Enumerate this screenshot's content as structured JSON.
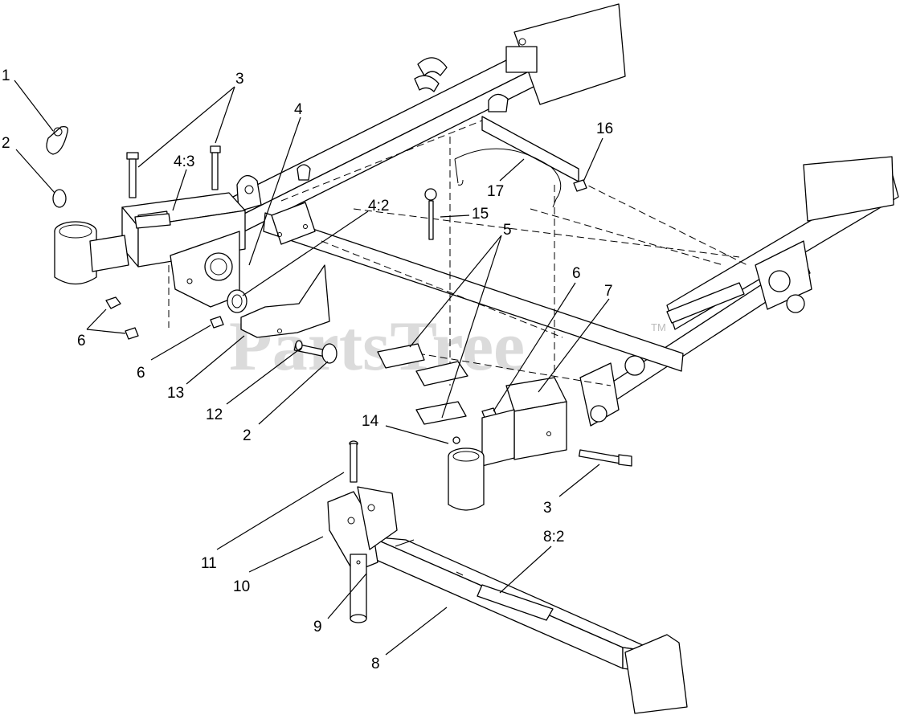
{
  "watermark": {
    "text": "PartsTree",
    "trademark": "TM"
  },
  "callouts": {
    "c1": "1",
    "c2a": "2",
    "c2b": "2",
    "c3a": "3",
    "c3b": "3",
    "c4": "4",
    "c4_2": "4:2",
    "c4_3": "4:3",
    "c5": "5",
    "c6a": "6",
    "c6b": "6",
    "c6c": "6",
    "c7": "7",
    "c8": "8",
    "c8_2": "8:2",
    "c9": "9",
    "c10": "10",
    "c11": "11",
    "c12": "12",
    "c13": "13",
    "c14": "14",
    "c15": "15",
    "c16": "16",
    "c17": "17"
  }
}
